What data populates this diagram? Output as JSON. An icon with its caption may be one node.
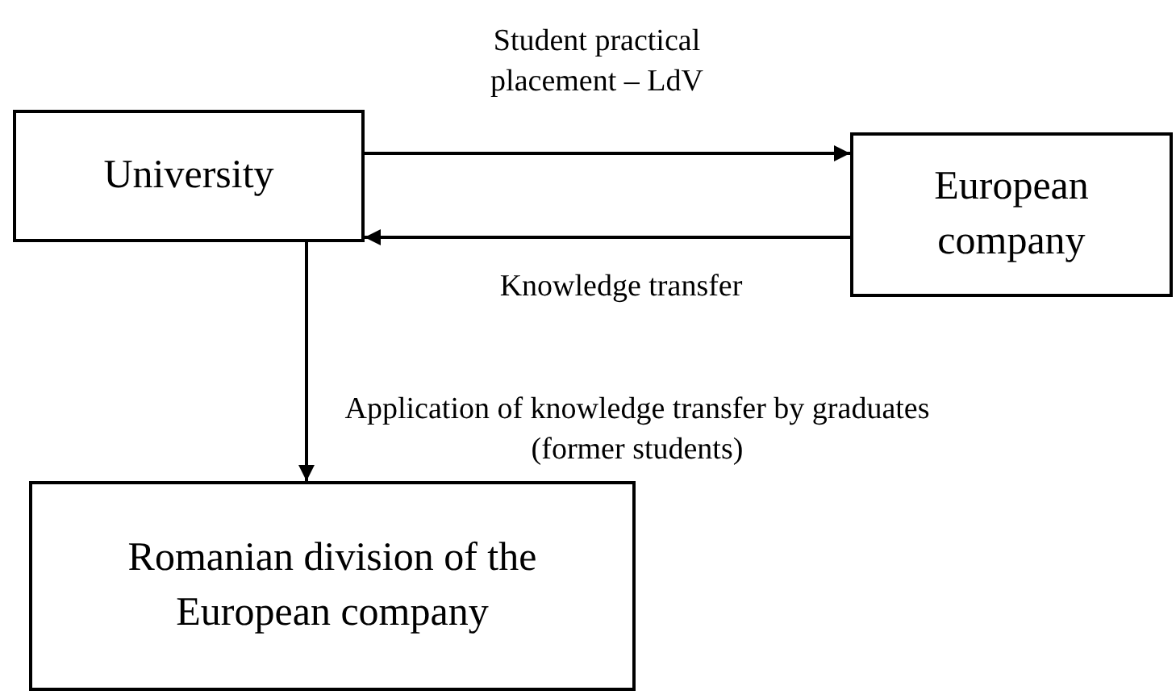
{
  "diagram": {
    "nodes": [
      {
        "text": [
          "University"
        ]
      },
      {
        "text": [
          "European company"
        ]
      },
      {
        "text": [
          "Romanian division of the European company"
        ]
      }
    ],
    "edges": [
      {
        "from": 0,
        "to": 1,
        "arrow": "to",
        "label": "Student practical placement – LdV"
      },
      {
        "from": 1,
        "to": 0,
        "arrow": "to",
        "label": "Knowledge transfer"
      },
      {
        "from": 0,
        "to": 2,
        "arrow": "to",
        "label": "Application of knowledge transfer by graduates (former students)"
      }
    ]
  }
}
